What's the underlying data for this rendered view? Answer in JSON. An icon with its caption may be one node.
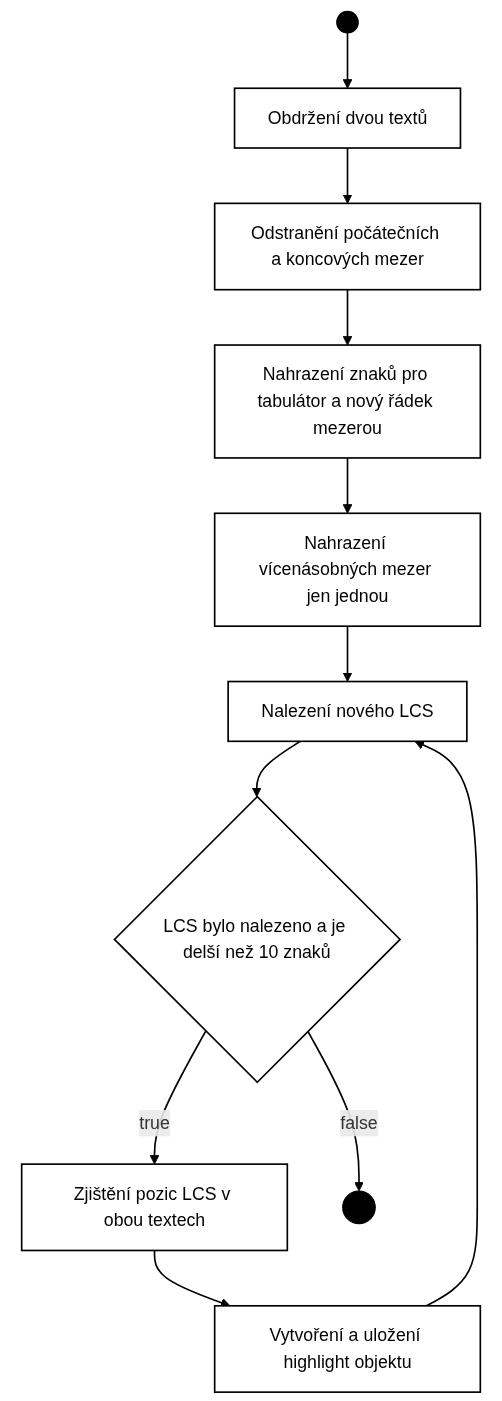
{
  "diagram": {
    "nodes": [
      {
        "text": [],
        "shape": "circle"
      },
      {
        "text": [
          "Obdržení dvou textů"
        ]
      },
      {
        "text": [
          "Odstranění počátečních a koncových mezer"
        ]
      },
      {
        "text": [
          "Nahrazení znaků pro tabulátor a nový řádek mezerou"
        ]
      },
      {
        "text": [
          "Nahrazení vícenásobných mezer jen jednou"
        ]
      },
      {
        "text": [
          "Nalezení nového LCS"
        ]
      },
      {
        "text": [
          "LCS bylo nalezeno a je delší než 10 znaků"
        ]
      },
      {
        "text": [
          "Zjištění pozic LCS v obou textech"
        ]
      },
      {
        "text": [
          "Vytvoření a uložení highlight objektu"
        ]
      },
      {
        "text": [],
        "shape": "circle"
      }
    ],
    "edges": [
      {
        "from": 0,
        "to": 1,
        "arrow": "to"
      },
      {
        "from": 1,
        "to": 2,
        "arrow": "to"
      },
      {
        "from": 2,
        "to": 3,
        "arrow": "to"
      },
      {
        "from": 3,
        "to": 4,
        "arrow": "to"
      },
      {
        "from": 4,
        "to": 5,
        "arrow": "to"
      },
      {
        "from": 5,
        "to": 6,
        "arrow": "to"
      },
      {
        "from": 6,
        "to": 7,
        "label": "true",
        "arrow": "to"
      },
      {
        "from": 6,
        "to": 9,
        "label": "false",
        "arrow": "to"
      },
      {
        "from": 7,
        "to": 8,
        "arrow": "to"
      },
      {
        "from": 8,
        "to": 5,
        "arrow": "to"
      }
    ]
  }
}
